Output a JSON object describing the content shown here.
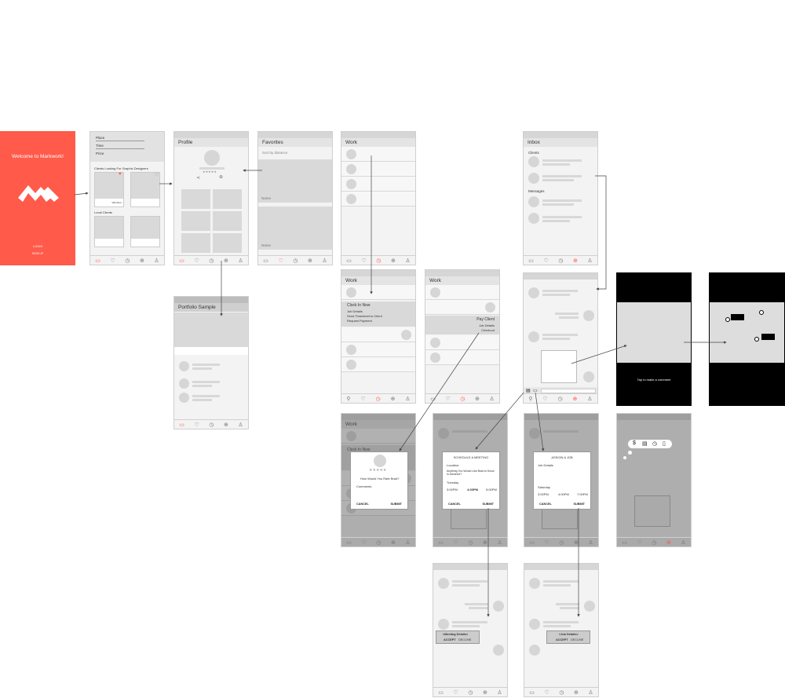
{
  "colors": {
    "accent": "#ff5a4a",
    "black": "#000000",
    "gray": "#d6d6d6"
  },
  "nav": [
    "bag-icon",
    "heart-icon",
    "clock-icon",
    "search-icon",
    "user-icon"
  ],
  "welcome": {
    "title": "Welcome to Markwork!",
    "login": "LOGIN",
    "signup": "SIGN UP"
  },
  "search": {
    "place": "Place",
    "time": "Time",
    "price": "Price",
    "section1": "Clients Looking For Graphic Designers",
    "section2": "Local Clients",
    "card_tag": "VIE More"
  },
  "profile": {
    "title": "Profile",
    "stars": "★★★★★"
  },
  "favorites": {
    "title": "Favorites",
    "sort": "Sort by distance",
    "name1": "Name",
    "name2": "Name"
  },
  "portfolio": {
    "title": "Portfolio Sample"
  },
  "work": {
    "title": "Work"
  },
  "work2": {
    "title": "Work",
    "clock_in": "Clock In Now",
    "items": [
      "Job Details",
      "Send Timesheet to Client",
      "Request Payment"
    ]
  },
  "work3": {
    "title": "Work",
    "pay_client": "Pay Client",
    "items": [
      "Job Details",
      "Checkout"
    ]
  },
  "inbox": {
    "title": "Inbox",
    "clients": "Clients",
    "messages": "Messages"
  },
  "comment": {
    "text": "Tap to make a comment"
  },
  "rate": {
    "title": "Work",
    "clock_in": "Clock In Now",
    "stars": "★★★★★",
    "question": "How Would You Rate Brad?",
    "comments": "Comments",
    "cancel": "CANCEL",
    "submit": "SUBMIT"
  },
  "meeting": {
    "title": "SCHEDULE A MEETING",
    "location": "Location:",
    "question": "Anything You Would Like Brad to Know In Advance?",
    "day": "Tuesday",
    "times": [
      "3:00PM",
      "4:00PM",
      "5:00PM"
    ],
    "cancel": "CANCEL",
    "submit": "SUBMIT"
  },
  "assign": {
    "title": "ASSIGN A JOB",
    "details": "Job Details",
    "day": "Saturday",
    "times": [
      "3:00PM",
      "4:00PM",
      "7:00PM"
    ],
    "cancel": "CANCEL",
    "submit": "SUBMIT"
  },
  "meeting_msg": {
    "label": "<Meeting Details>",
    "accept": "ACCEPT",
    "decline": "DECLINE"
  },
  "job_msg": {
    "label": "<Job Details>",
    "accept": "ACCEPT",
    "decline": "DECLINE"
  }
}
